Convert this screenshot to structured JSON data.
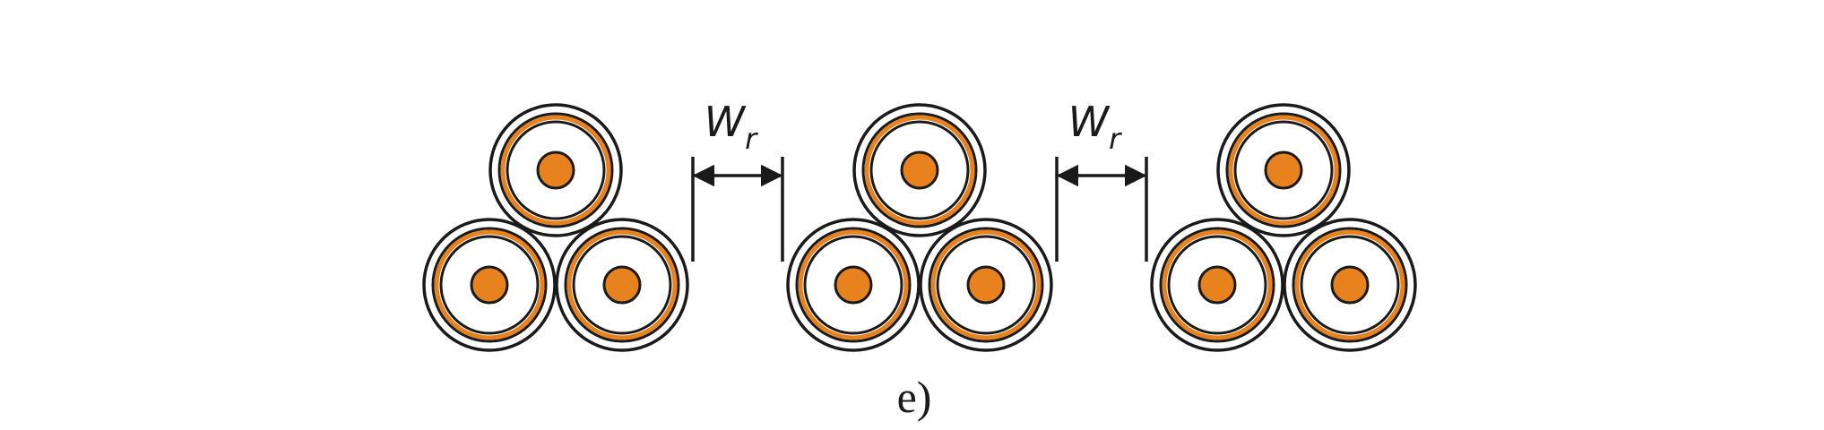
{
  "diagram": {
    "spacing_label": {
      "main": "W",
      "subscript": "r"
    },
    "caption": "e)",
    "groups": [
      {
        "name": "group-1",
        "cables": 3
      },
      {
        "name": "group-2",
        "cables": 3
      },
      {
        "name": "group-3",
        "cables": 3
      }
    ],
    "colors": {
      "conductor": "#e8821e",
      "sheath": "#e8821e",
      "outline": "#1a1a1a",
      "background": "#ffffff"
    }
  }
}
